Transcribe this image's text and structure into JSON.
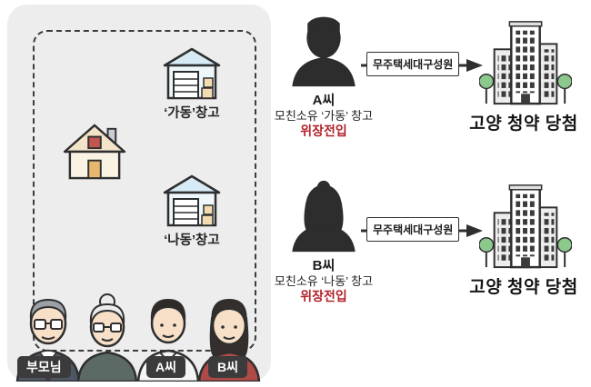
{
  "family_panel": {
    "warehouses": [
      {
        "label": "‘가동’창고"
      },
      {
        "label": "‘나동’창고"
      }
    ],
    "people": [
      {
        "label": "부모님"
      },
      {
        "label": "A씨"
      },
      {
        "label": "B씨"
      }
    ]
  },
  "flows": [
    {
      "person_name": "A씨",
      "ownership": "모친소유 ‘가동’ 창고",
      "violation": "위장전입",
      "arrow_label": "무주택세대구성원",
      "result": "고양 청약 당첨"
    },
    {
      "person_name": "B씨",
      "ownership": "모친소유 ‘나동’ 창고",
      "violation": "위장전입",
      "arrow_label": "무주택세대구성원",
      "result": "고양 청약 당첨"
    }
  ],
  "icons": [
    "house-icon",
    "warehouse-icon",
    "male-silhouette-icon",
    "female-silhouette-icon",
    "apartment-building-icon",
    "tree-icon",
    "arrow-right-icon",
    "father-icon",
    "mother-icon",
    "son-icon",
    "daughter-icon"
  ],
  "colors": {
    "panel_gray": "#ededed",
    "violation_red": "#b0232a",
    "badge_dark": "#3b3b3b",
    "tree_green": "#8cc98c",
    "outline_dark": "#2f2f2f"
  }
}
